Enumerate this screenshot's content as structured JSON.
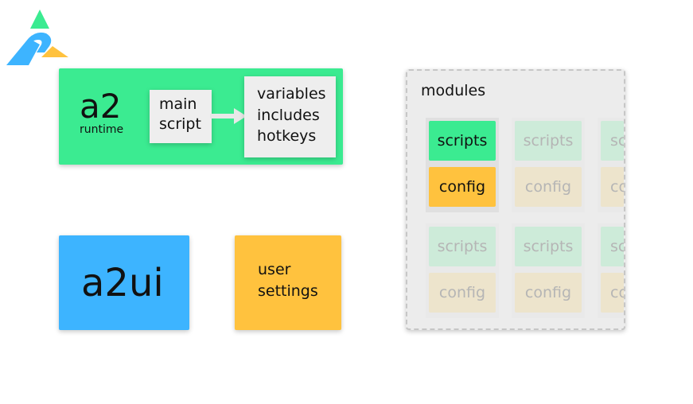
{
  "colors": {
    "runtime_green": "#3beb91",
    "ui_blue": "#3db4ff",
    "settings_yellow": "#ffc23e",
    "panel_gray": "#ececec",
    "logo_green": "#3beb91",
    "logo_blue": "#3db4ff",
    "logo_yellow": "#ffc23e"
  },
  "logo": {
    "icon": "a2-logo-icon"
  },
  "runtime": {
    "title": "a2",
    "subtitle": "runtime",
    "main_script": [
      "main",
      "script"
    ],
    "includes": [
      "variables",
      "includes",
      "hotkeys"
    ]
  },
  "a2ui": {
    "label": "a2ui"
  },
  "settings": {
    "lines": [
      "user",
      "settings"
    ]
  },
  "modules": {
    "title": "modules",
    "scripts_label": "scripts",
    "config_label": "config"
  }
}
